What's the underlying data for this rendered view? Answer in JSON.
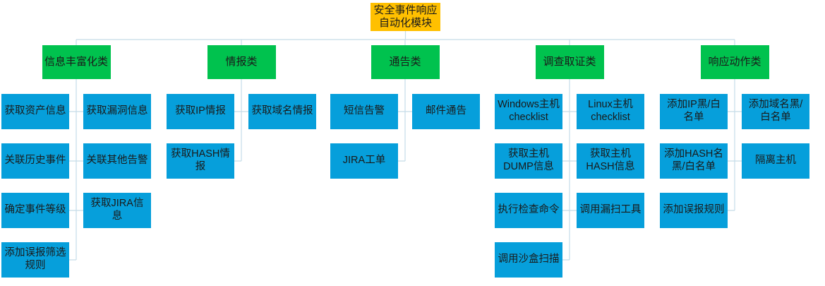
{
  "diagram_title": "安全事件响应自动化模块",
  "root": {
    "label": "安全事件响应自动化模块"
  },
  "groups": [
    {
      "label": "信息丰富化类",
      "col1": [
        "获取资产信息",
        "关联历史事件",
        "确定事件等级",
        "添加误报筛选规则"
      ],
      "col2": [
        "获取漏洞信息",
        "关联其他告警",
        "获取JIRA信息"
      ]
    },
    {
      "label": "情报类",
      "col1": [
        "获取IP情报",
        "获取HASH情报"
      ],
      "col2": [
        "获取域名情报"
      ]
    },
    {
      "label": "通告类",
      "col1": [
        "短信告警",
        "JIRA工单"
      ],
      "col2": [
        "邮件通告"
      ]
    },
    {
      "label": "调查取证类",
      "col1": [
        "Windows主机checklist",
        "获取主机DUMP信息",
        "执行检查命令",
        "调用沙盒扫描"
      ],
      "col2": [
        "Linux主机checklist",
        "获取主机HASH信息",
        "调用漏扫工具"
      ]
    },
    {
      "label": "响应动作类",
      "col1": [
        "添加IP黑/白名单",
        "添加HASH名黑/白名单",
        "添加误报规则"
      ],
      "col2": [
        "添加域名黑/白名单",
        "隔离主机"
      ]
    }
  ],
  "palette": {
    "root_fill": "#FFC000",
    "category_fill": "#00C24E",
    "item_fill": "#069FDB",
    "connector": "#C5DCE8",
    "text": "#1A1A1A"
  }
}
